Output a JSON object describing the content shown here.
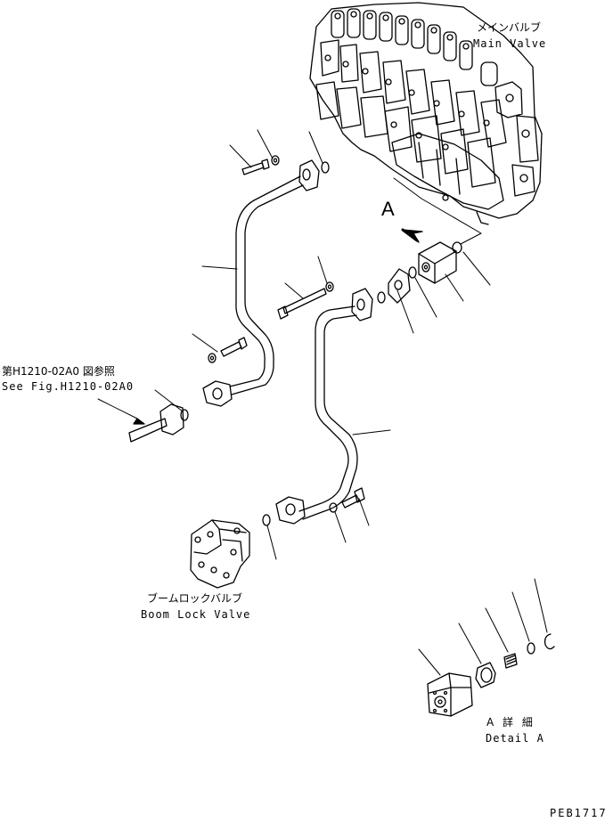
{
  "labels": {
    "main_valve_jp": "メインバルブ",
    "main_valve_en": "Main Valve",
    "ref_jp": "第H1210-02A0 図参照",
    "ref_en": "See Fig.H1210-02A0",
    "boom_lock_jp": "ブームロックバルブ",
    "boom_lock_en": "Boom Lock Valve",
    "view_marker": "A",
    "detail_jp": "A 詳 細",
    "detail_en": "Detail A",
    "drawing_code": "PEB1717"
  }
}
